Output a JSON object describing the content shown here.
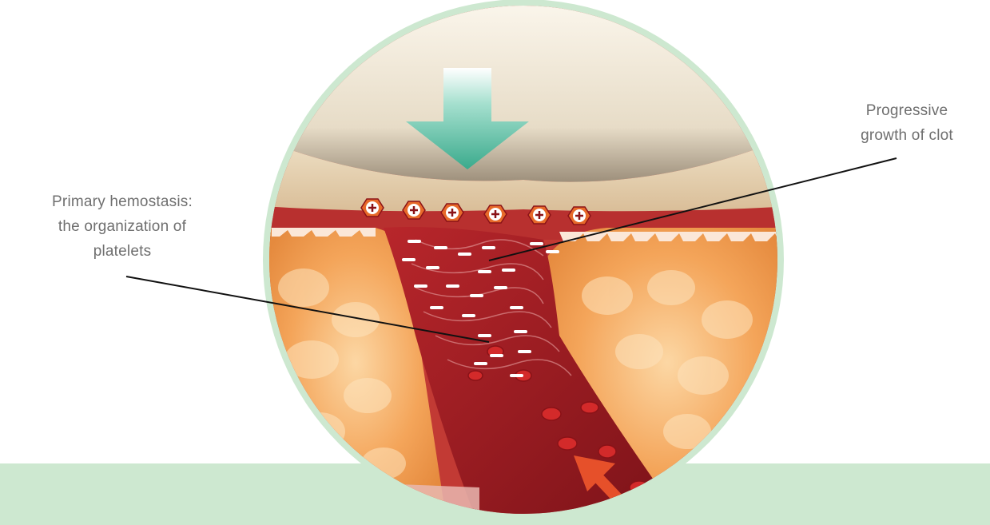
{
  "labels": {
    "clot_growth": {
      "line1": "Progressive",
      "line2": "growth of clot"
    },
    "primary_hemostasis": {
      "line1": "Primary hemostasis:",
      "line2": "the organization of",
      "line3": "platelets"
    }
  },
  "symbols": {
    "positive": "+",
    "negative": "−"
  },
  "colors": {
    "background_band": "#cde8d0",
    "circle_frame": "#cde8d0",
    "pressure_arrow": "#3aaa8c",
    "flow_arrow": "#e6502a",
    "blood_vessel": "#9e1c22",
    "fat_tissue": "#f4a55a",
    "skin": "#e6d2b6",
    "label_text": "#6f6f6f"
  },
  "icons": [
    "pressure-arrow-icon",
    "blood-flow-arrow-icon",
    "positive-charge-icon",
    "negative-charge-icon",
    "red-blood-cell-icon"
  ]
}
